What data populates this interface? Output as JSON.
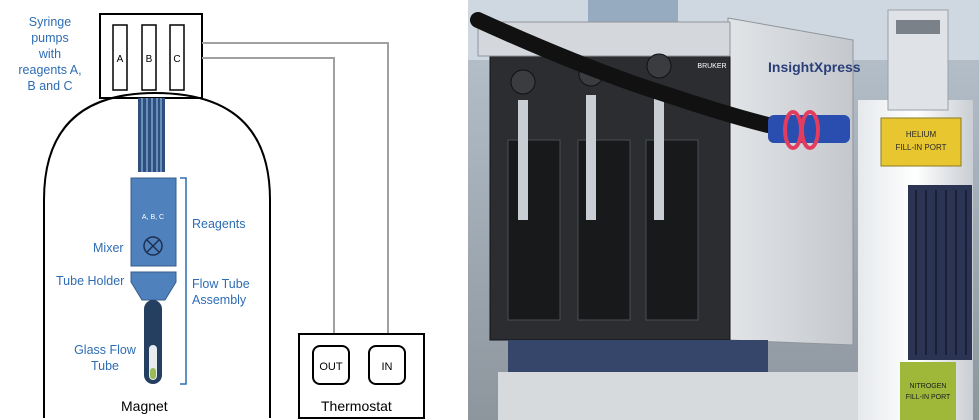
{
  "labels": {
    "syringe_pumps": [
      "Syringe",
      "pumps",
      "with",
      "reagents A,",
      "B and C"
    ],
    "pump_letters": [
      "A",
      "B",
      "C"
    ],
    "abc": "A, B, C",
    "reagents": "Reagents",
    "mixer": "Mixer",
    "tube_holder": "Tube Holder",
    "flow_tube_assembly": [
      "Flow Tube",
      "Assembly"
    ],
    "glass_flow_tube": [
      "Glass Flow",
      "Tube"
    ],
    "magnet": "Magnet",
    "thermostat": "Thermostat",
    "out": "OUT",
    "in": "IN"
  },
  "photo": {
    "brand": "InsightXpress",
    "maker": "BRUKER",
    "helium_port": [
      "HELIUM",
      "FILL-IN PORT"
    ],
    "nitrogen_port": [
      "NITROGEN",
      "FILL-IN PORT"
    ]
  },
  "colors": {
    "label_blue": "#2e6db4",
    "assembly_blue": "#4f81bd",
    "assembly_dark": "#243f60",
    "photo_bg": "#aab3bd"
  }
}
